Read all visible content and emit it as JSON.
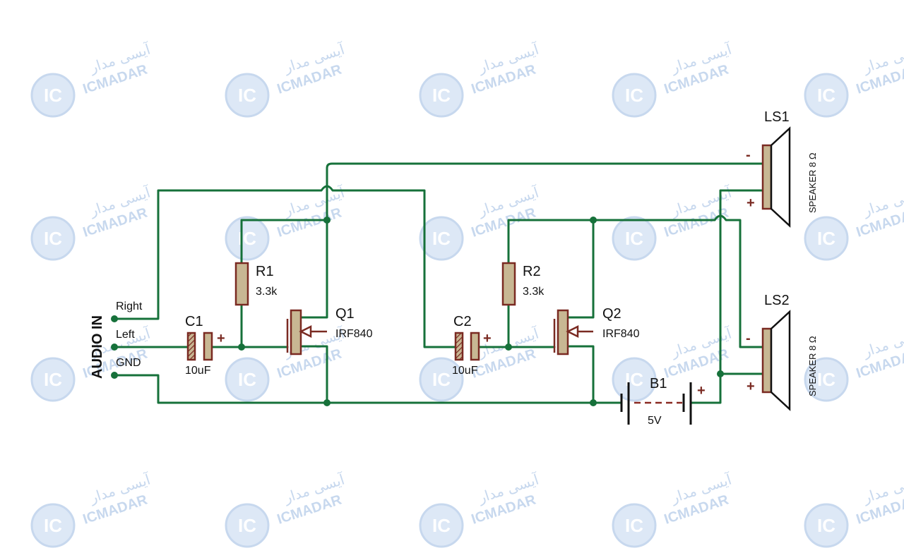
{
  "watermark": {
    "brand": "ICMADAR",
    "brand_fa": "آیسی مدار",
    "logo_text": "IC"
  },
  "input": {
    "title": "AUDIO IN",
    "right_label": "Right",
    "left_label": "Left",
    "gnd_label": "GND"
  },
  "c1": {
    "ref": "C1",
    "value": "10uF",
    "polarity": "+"
  },
  "r1": {
    "ref": "R1",
    "value": "3.3k"
  },
  "q1": {
    "ref": "Q1",
    "part": "IRF840"
  },
  "c2": {
    "ref": "C2",
    "value": "10uF",
    "polarity": "+"
  },
  "r2": {
    "ref": "R2",
    "value": "3.3k"
  },
  "q2": {
    "ref": "Q2",
    "part": "IRF840"
  },
  "b1": {
    "ref": "B1",
    "value": "5V",
    "plus": "+"
  },
  "ls1": {
    "ref": "LS1",
    "type": "SPEAKER 8 Ω",
    "minus": "-",
    "plus": "+"
  },
  "ls2": {
    "ref": "LS2",
    "type": "SPEAKER 8 Ω",
    "minus": "-",
    "plus": "+"
  },
  "colors": {
    "wire": "#16713a",
    "component_outline": "#7a2a22",
    "component_fill": "#c8b793",
    "watermark": "#c7d8ee"
  }
}
